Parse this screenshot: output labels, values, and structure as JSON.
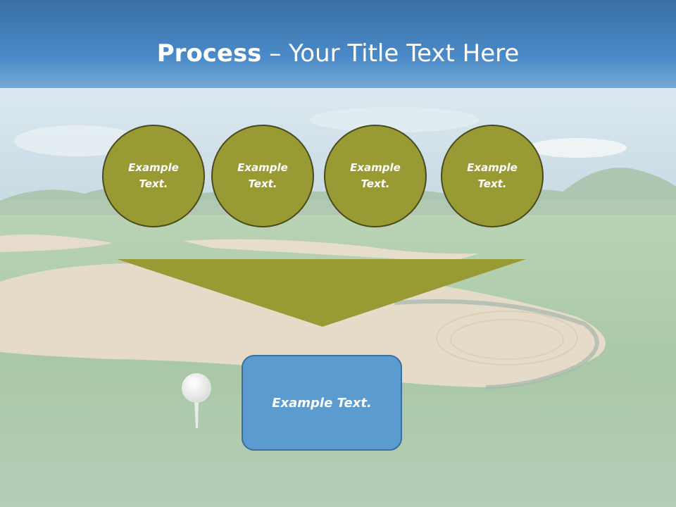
{
  "title": {
    "bold": "Process",
    "rest": " – Your Title Text Here"
  },
  "steps": [
    {
      "line1": "Example",
      "line2": "Text."
    },
    {
      "line1": "Example",
      "line2": "Text."
    },
    {
      "line1": "Example",
      "line2": "Text."
    },
    {
      "line1": "Example",
      "line2": "Text."
    }
  ],
  "result": {
    "label": "Example Text."
  },
  "colors": {
    "circle_fill": "#989a34",
    "circle_border": "#4a4a20",
    "funnel_fill": "#989a34",
    "box_fill": "#5b9bd0",
    "box_border": "#3c6f9c",
    "sky_top": "#3e78b4"
  }
}
